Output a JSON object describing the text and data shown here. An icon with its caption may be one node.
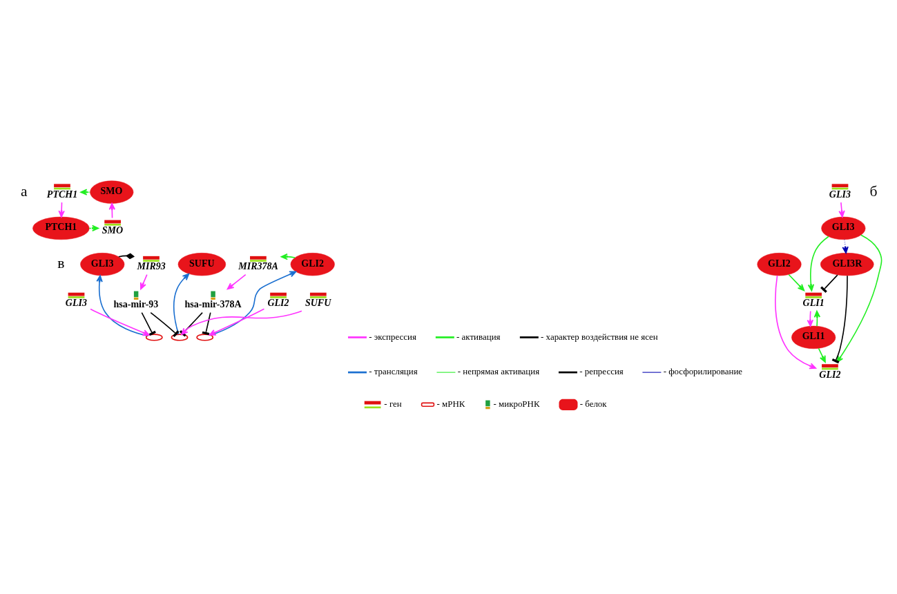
{
  "diagram": {
    "nodes": [
      {
        "text": [
          "PTCH1"
        ]
      },
      {
        "text": [
          "SMO"
        ]
      },
      {
        "text": [
          "PTCH1"
        ]
      },
      {
        "text": [
          "SMO"
        ]
      },
      {
        "text": [
          "GLI3"
        ]
      },
      {
        "text": [
          "GLI3"
        ]
      },
      {
        "text": [
          "GLI1"
        ]
      },
      {
        "text": [
          "GLI3R"
        ]
      },
      {
        "text": [
          "GLI1"
        ]
      },
      {
        "text": [
          "GLI2"
        ]
      },
      {
        "text": [
          "GLI2"
        ]
      },
      {
        "text": [
          "GLI3"
        ]
      },
      {
        "text": [
          "MIR93"
        ]
      },
      {
        "text": [
          "SUFU"
        ]
      },
      {
        "text": [
          "MIR378A"
        ]
      },
      {
        "text": [
          "GLI2"
        ]
      },
      {
        "text": [],
        "shape": "wave"
      },
      {
        "text": [],
        "shape": "wave"
      },
      {
        "text": [],
        "shape": "wave"
      },
      {
        "text": [
          "hsa-mir-93"
        ]
      },
      {
        "text": [
          "hsa-mir-378A"
        ]
      },
      {
        "text": [
          "GLI3"
        ]
      },
      {
        "text": [
          "SUFU"
        ]
      },
      {
        "text": [
          "GLI2"
        ]
      }
    ],
    "edges": [
      {
        "from": 1,
        "to": 0,
        "arrow": "to",
        "style": "dashed",
        "color": "#22ee22"
      },
      {
        "from": 0,
        "to": 2,
        "arrow": "to"
      },
      {
        "from": 2,
        "to": 3,
        "arrow": "to",
        "style": "dashed",
        "color": "#22ee22"
      },
      {
        "from": 3,
        "to": 1,
        "arrow": "to"
      },
      {
        "from": 4,
        "to": 5,
        "arrow": "to"
      },
      {
        "from": 5,
        "to": 6,
        "arrow": "to",
        "color": "#22ee22"
      },
      {
        "from": 5,
        "to": 7,
        "arrow": "to",
        "style": "dashed",
        "color": "#0000b0"
      },
      {
        "from": 7,
        "to": 6,
        "arrow": "other",
        "color": "#000000"
      },
      {
        "from": 5,
        "to": 10,
        "arrow": "to",
        "color": "#22ee22"
      },
      {
        "from": 6,
        "to": 8,
        "arrow": "to"
      },
      {
        "from": 8,
        "to": 6,
        "arrow": "to",
        "color": "#22ee22"
      },
      {
        "from": 9,
        "to": 6,
        "arrow": "to",
        "color": "#22ee22"
      },
      {
        "from": 8,
        "to": 10,
        "arrow": "to",
        "color": "#22ee22"
      },
      {
        "from": 9,
        "to": 10,
        "arrow": "to"
      },
      {
        "from": 7,
        "to": 10,
        "arrow": "other",
        "color": "#000000"
      },
      {
        "from": 11,
        "to": 12,
        "arrow": "other",
        "color": "#000000"
      },
      {
        "from": 15,
        "to": 14,
        "arrow": "to",
        "color": "#22ee22"
      },
      {
        "from": 12,
        "to": 19,
        "arrow": "to"
      },
      {
        "from": 14,
        "to": 20,
        "arrow": "to"
      },
      {
        "from": 21,
        "to": 16,
        "arrow": "to"
      },
      {
        "from": 22,
        "to": 17,
        "arrow": "to"
      },
      {
        "from": 23,
        "to": 18,
        "arrow": "to"
      },
      {
        "from": 16,
        "to": 11,
        "arrow": "to",
        "color": "#1a6fd0"
      },
      {
        "from": 17,
        "to": 13,
        "arrow": "to",
        "color": "#1a6fd0"
      },
      {
        "from": 18,
        "to": 15,
        "arrow": "to",
        "color": "#1a6fd0"
      },
      {
        "from": 19,
        "to": 16,
        "arrow": "other",
        "color": "#000000"
      },
      {
        "from": 19,
        "to": 17,
        "arrow": "other",
        "color": "#000000"
      },
      {
        "from": 20,
        "to": 17,
        "arrow": "other",
        "color": "#000000"
      },
      {
        "from": 20,
        "to": 18,
        "arrow": "other",
        "color": "#000000"
      }
    ],
    "labels": [
      "а",
      "б",
      "в"
    ],
    "legend": [
      {
        "text": "- экспрессия"
      },
      {
        "text": "- активация"
      },
      {
        "text": "- характер воздействия не ясен"
      },
      {
        "text": "- трансляция"
      },
      {
        "text": "- непрямая активация"
      },
      {
        "text": "- репрессия"
      },
      {
        "text": "- фосфорилирование"
      },
      {
        "text": "- ген"
      },
      {
        "text": "- мРНК"
      },
      {
        "text": "- микроРНК"
      },
      {
        "text": "- белок"
      }
    ]
  }
}
